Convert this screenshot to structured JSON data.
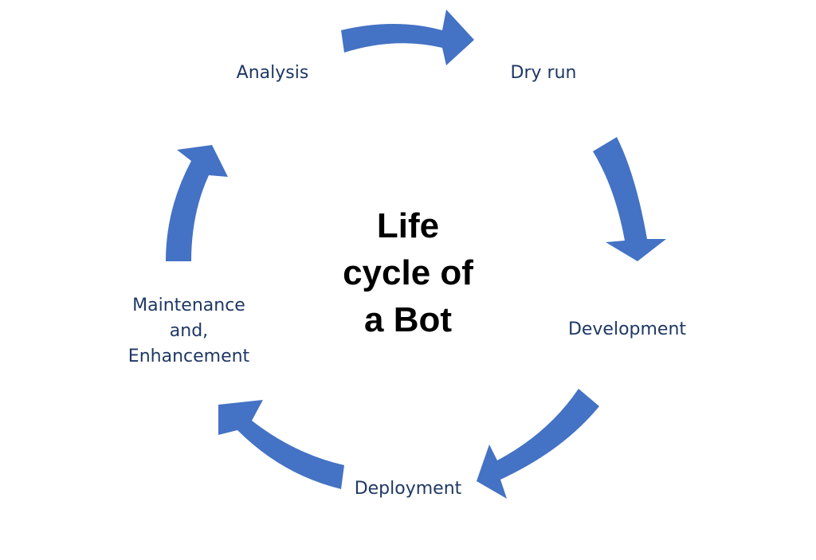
{
  "diagram": {
    "center_title": {
      "lines": [
        "Life",
        "cycle of",
        "a Bot"
      ]
    },
    "stages": {
      "analysis": {
        "lines": [
          "Analysis"
        ]
      },
      "dry_run": {
        "lines": [
          "Dry run"
        ]
      },
      "development": {
        "lines": [
          "Development"
        ]
      },
      "deployment": {
        "lines": [
          "Deployment"
        ]
      },
      "maintenance": {
        "lines": [
          "Maintenance",
          "and,",
          "Enhancement"
        ]
      }
    },
    "colors": {
      "arrow": "#4472c4",
      "stage_text": "#1f3864",
      "title_text": "#000000"
    }
  }
}
